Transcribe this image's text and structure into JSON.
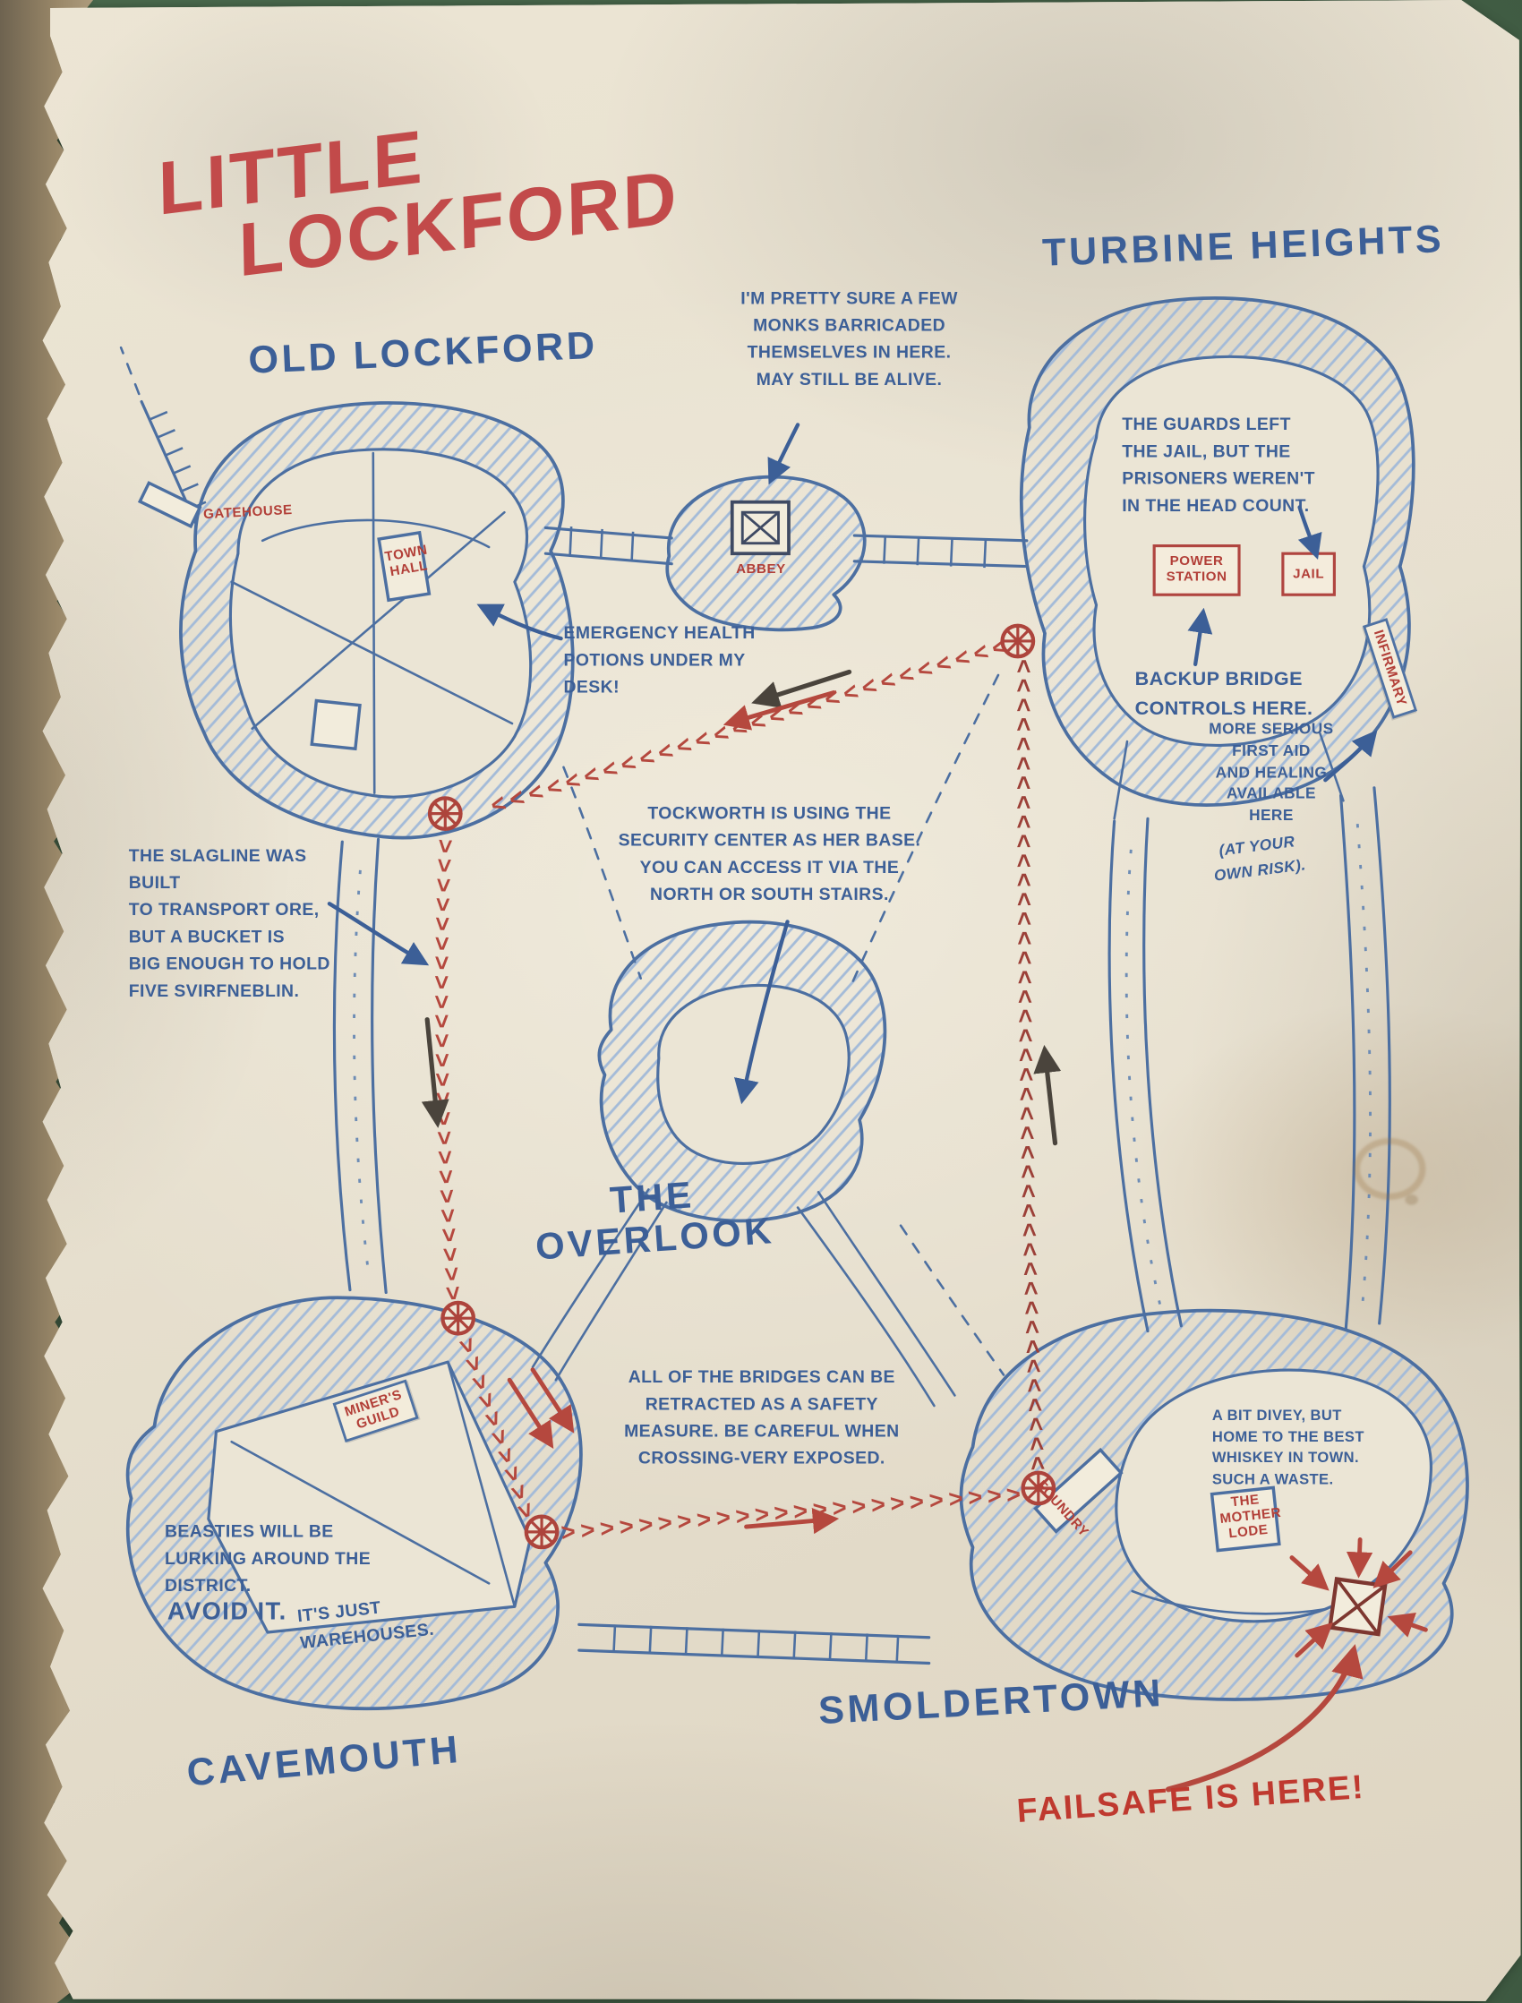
{
  "title": {
    "line1": "LITTLE",
    "line2": "LOCKFORD"
  },
  "districts": {
    "old_lockford": "OLD LOCKFORD",
    "turbine_heights": "TURBINE HEIGHTS",
    "overlook": "THE\nOVERLOOK",
    "cavemouth": "CAVEMOUTH",
    "smoldertown": "SMOLDERTOWN"
  },
  "buildings": {
    "gatehouse": "GATEHOUSE",
    "town_hall": "TOWN\nHALL",
    "abbey": "ABBEY",
    "power_station": "POWER\nSTATION",
    "jail": "JAIL",
    "infirmary": "INFIRMARY",
    "miners_guild": "MINER'S\nGUILD",
    "foundry": "FOUNDRY",
    "mother_lode": "THE\nMOTHER\nLODE"
  },
  "notes": {
    "monks": "I'M PRETTY SURE A FEW\nMONKS BARRICADED\nTHEMSELVES IN HERE.\nMAY STILL BE ALIVE.",
    "guards": "THE GUARDS LEFT\nTHE JAIL, BUT THE\nPRISONERS WEREN'T\nIN THE HEAD COUNT.",
    "potions": "EMERGENCY HEALTH\nPOTIONS UNDER MY\nDESK!",
    "bridge_controls": "BACKUP BRIDGE\nCONTROLS HERE.",
    "infirmary_aid": "MORE SERIOUS\nFIRST AID\nAND HEALING\nAVAILABLE\nHERE",
    "infirmary_risk": "(AT YOUR\nOWN RISK).",
    "slagline": "THE SLAGLINE WAS BUILT\nTO TRANSPORT ORE,\nBUT A BUCKET IS\nBIG ENOUGH TO HOLD\nFIVE SVIRFNEBLIN.",
    "tockworth": "TOCKWORTH IS USING THE\nSECURITY CENTER AS HER BASE.\nYOU CAN ACCESS IT VIA THE\nNORTH OR SOUTH STAIRS.",
    "bridges": "ALL OF THE BRIDGES CAN BE\nRETRACTED AS A SAFETY\nMEASURE. BE CAREFUL WHEN\nCROSSING-VERY EXPOSED.",
    "beasties": "BEASTIES WILL BE\nLURKING AROUND THE\nDISTRICT.",
    "avoid_big": "AVOID IT.",
    "avoid_small": "IT'S JUST\nWAREHOUSES.",
    "divey": "A BIT DIVEY, BUT\nHOME TO THE BEST\nWHISKEY IN TOWN.\nSUCH A WASTE.",
    "failsafe": "FAILSAFE IS HERE!"
  },
  "colors": {
    "ink_blue": "#3c5f97",
    "ink_red": "#b8433b",
    "title_red": "#c24a4a",
    "paper": "#e8e1d0",
    "backdrop_green": "#4e7052"
  },
  "decor": {
    "chevrons": ">>>>>>>>>>>>>>>>>>>>>>>>>>>>>>>>>>>>>>>>>>>>>>"
  }
}
